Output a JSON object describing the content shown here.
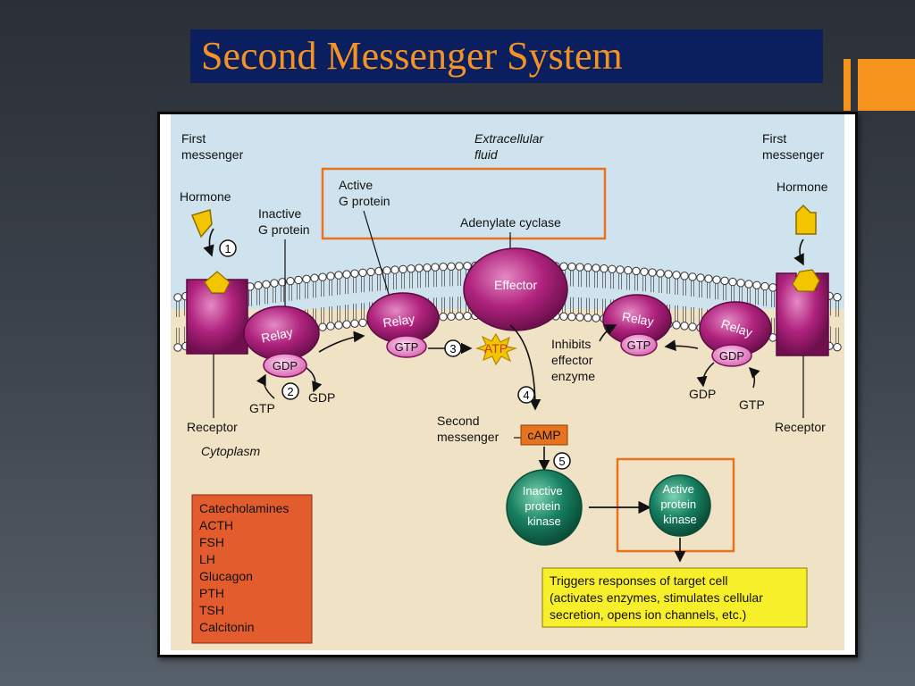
{
  "slide": {
    "title": "Second Messenger System"
  },
  "diagram": {
    "left": {
      "first_messenger": [
        "First",
        "messenger"
      ],
      "hormone": "Hormone",
      "inactive_g_protein": [
        "Inactive",
        "G protein"
      ],
      "relay": "Relay",
      "gdp": "GDP",
      "gtp_in": "GTP",
      "gdp_out": "GDP",
      "receptor": "Receptor",
      "cytoplasm": "Cytoplasm"
    },
    "center": {
      "extracellular_fluid": [
        "Extracellular",
        "fluid"
      ],
      "active_g_protein": [
        "Active",
        "G protein"
      ],
      "adenylate_cyclase": "Adenylate cyclase",
      "effector": "Effector",
      "relay": "Relay",
      "gtp": "GTP",
      "atp": "ATP",
      "inhibits": [
        "Inhibits",
        "effector",
        "enzyme"
      ],
      "second_messenger": [
        "Second",
        "messenger"
      ],
      "camp": "cAMP",
      "inactive_kinase": [
        "Inactive",
        "protein",
        "kinase"
      ],
      "active_kinase": [
        "Active",
        "protein",
        "kinase"
      ],
      "triggers": [
        "Triggers responses of target cell",
        "(activates enzymes, stimulates cellular",
        "secretion, opens ion channels, etc.)"
      ]
    },
    "right": {
      "first_messenger": [
        "First",
        "messenger"
      ],
      "hormone": "Hormone",
      "relay_a": "Relay",
      "gtp": "GTP",
      "relay_b": "Relay",
      "gdp": "GDP",
      "gdp_out": "GDP",
      "gtp_in": "GTP",
      "receptor": "Receptor"
    },
    "steps": [
      "1",
      "2",
      "3",
      "4",
      "5"
    ],
    "hormone_list": [
      "Catecholamines",
      "ACTH",
      "FSH",
      "LH",
      "Glucagon",
      "PTH",
      "TSH",
      "Calcitonin"
    ],
    "colors": {
      "extracellular": "#cfe3ee",
      "cytoplasm": "#f0e2c4",
      "protein": "#b0237e",
      "kinase": "#178060",
      "hormone": "#f2c500",
      "highlight": "#e8731f",
      "list_box": "#e25c2e",
      "triggers_box": "#f7ef2a"
    }
  }
}
